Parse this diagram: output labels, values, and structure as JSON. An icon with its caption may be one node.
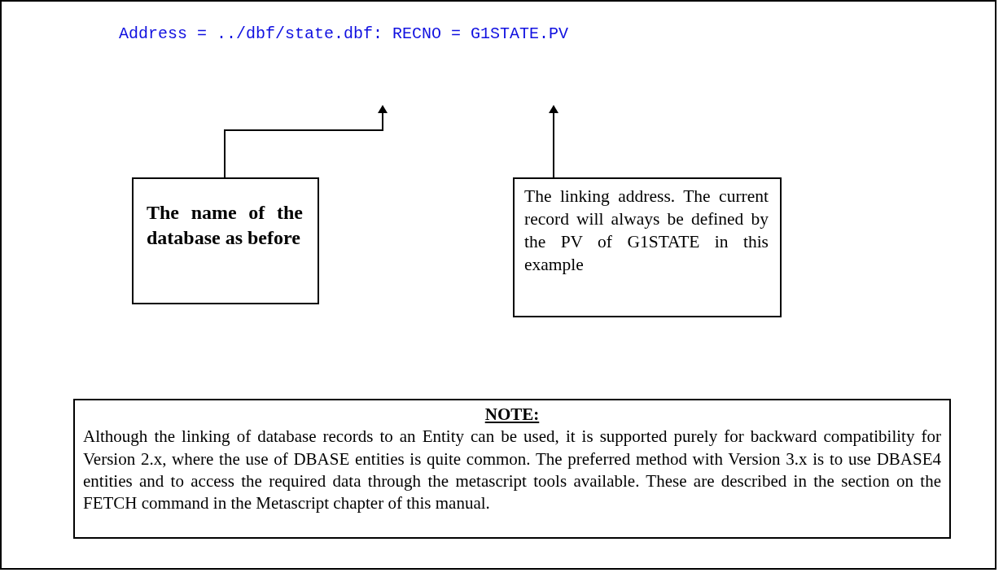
{
  "diagram": {
    "nodes": [
      {
        "text": [
          "Address = ../dbf/state.dbf: RECNO = G1STATE.PV"
        ]
      },
      {
        "text": [
          "The name of the database as before"
        ]
      },
      {
        "text": [
          "The linking address. The current record will always be defined by the PV of G1STATE in this example"
        ]
      },
      {
        "text": [
          "NOTE:",
          "Although the linking of database records to an Entity can be used, it is supported purely for backward compatibility for Version 2.x, where the use of DBASE entities is quite common. The preferred method with Version 3.x is to use DBASE4 entities and to access the required data through the metascript tools available. These are described in the section on the FETCH command in the Metascript chapter of this manual."
        ]
      }
    ],
    "edges": [
      {
        "from": 1,
        "to": 0,
        "arrow": "to"
      },
      {
        "from": 2,
        "to": 0,
        "arrow": "to"
      }
    ]
  }
}
